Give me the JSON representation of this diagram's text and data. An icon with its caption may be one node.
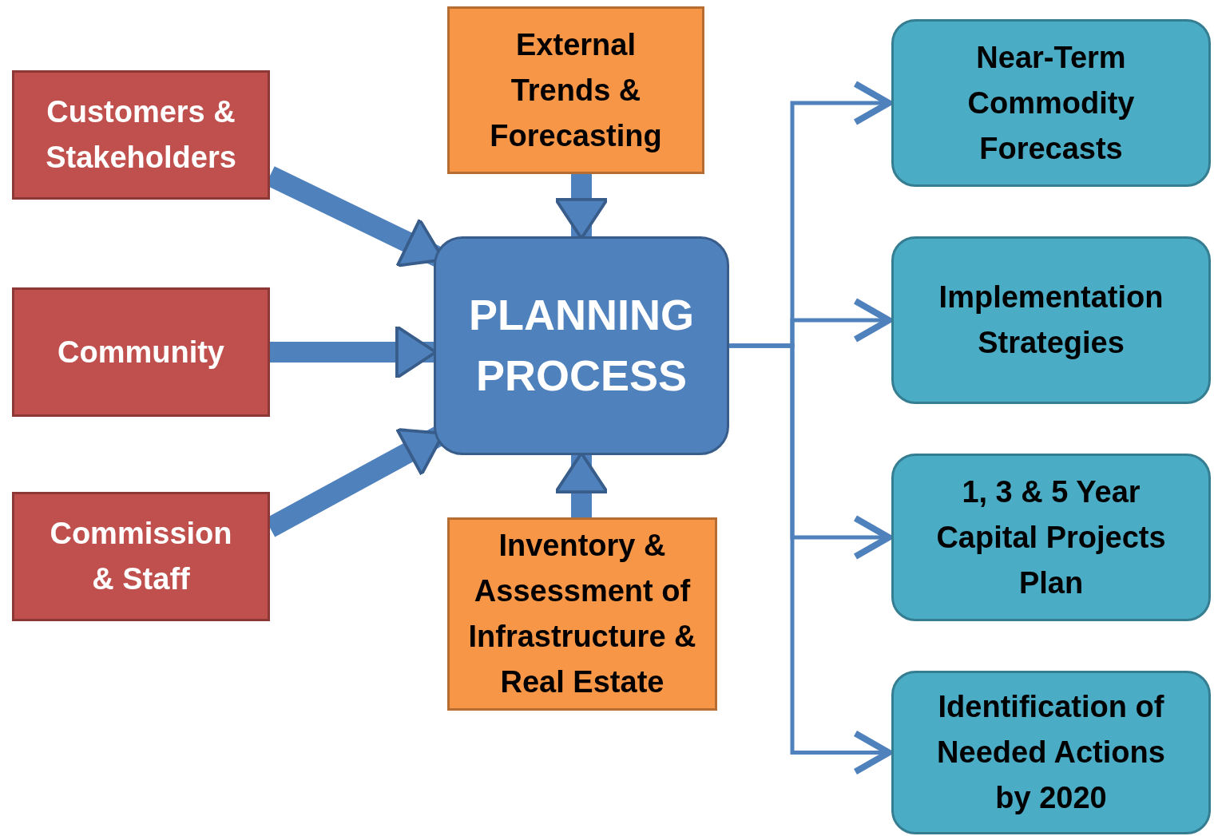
{
  "diagram": {
    "nodes": [
      {
        "text": [
          "Customers & Stakeholders"
        ]
      },
      {
        "text": [
          "External Trends & Forecasting"
        ]
      },
      {
        "text": [
          "Community"
        ]
      },
      {
        "text": [
          "PLANNING PROCESS"
        ]
      },
      {
        "text": [
          "Commission & Staff"
        ]
      },
      {
        "text": [
          "Inventory & Assessment of Infrastructure & Real Estate"
        ]
      },
      {
        "text": [
          "Near-Term Commodity Forecasts"
        ]
      },
      {
        "text": [
          "Implementation Strategies"
        ]
      },
      {
        "text": [
          "1, 3 & 5 Year Capital Projects Plan"
        ]
      },
      {
        "text": [
          "Identification of Needed Actions by 2020"
        ]
      }
    ],
    "edges": [
      {
        "from": 0,
        "to": 3,
        "arrow": "to"
      },
      {
        "from": 1,
        "to": 3,
        "arrow": "to"
      },
      {
        "from": 2,
        "to": 3,
        "arrow": "to"
      },
      {
        "from": 4,
        "to": 3,
        "arrow": "to"
      },
      {
        "from": 5,
        "to": 3,
        "arrow": "to"
      },
      {
        "from": 3,
        "to": 6,
        "arrow": "to"
      },
      {
        "from": 3,
        "to": 7,
        "arrow": "to"
      },
      {
        "from": 3,
        "to": 8,
        "arrow": "to"
      },
      {
        "from": 3,
        "to": 9,
        "arrow": "to"
      }
    ]
  }
}
